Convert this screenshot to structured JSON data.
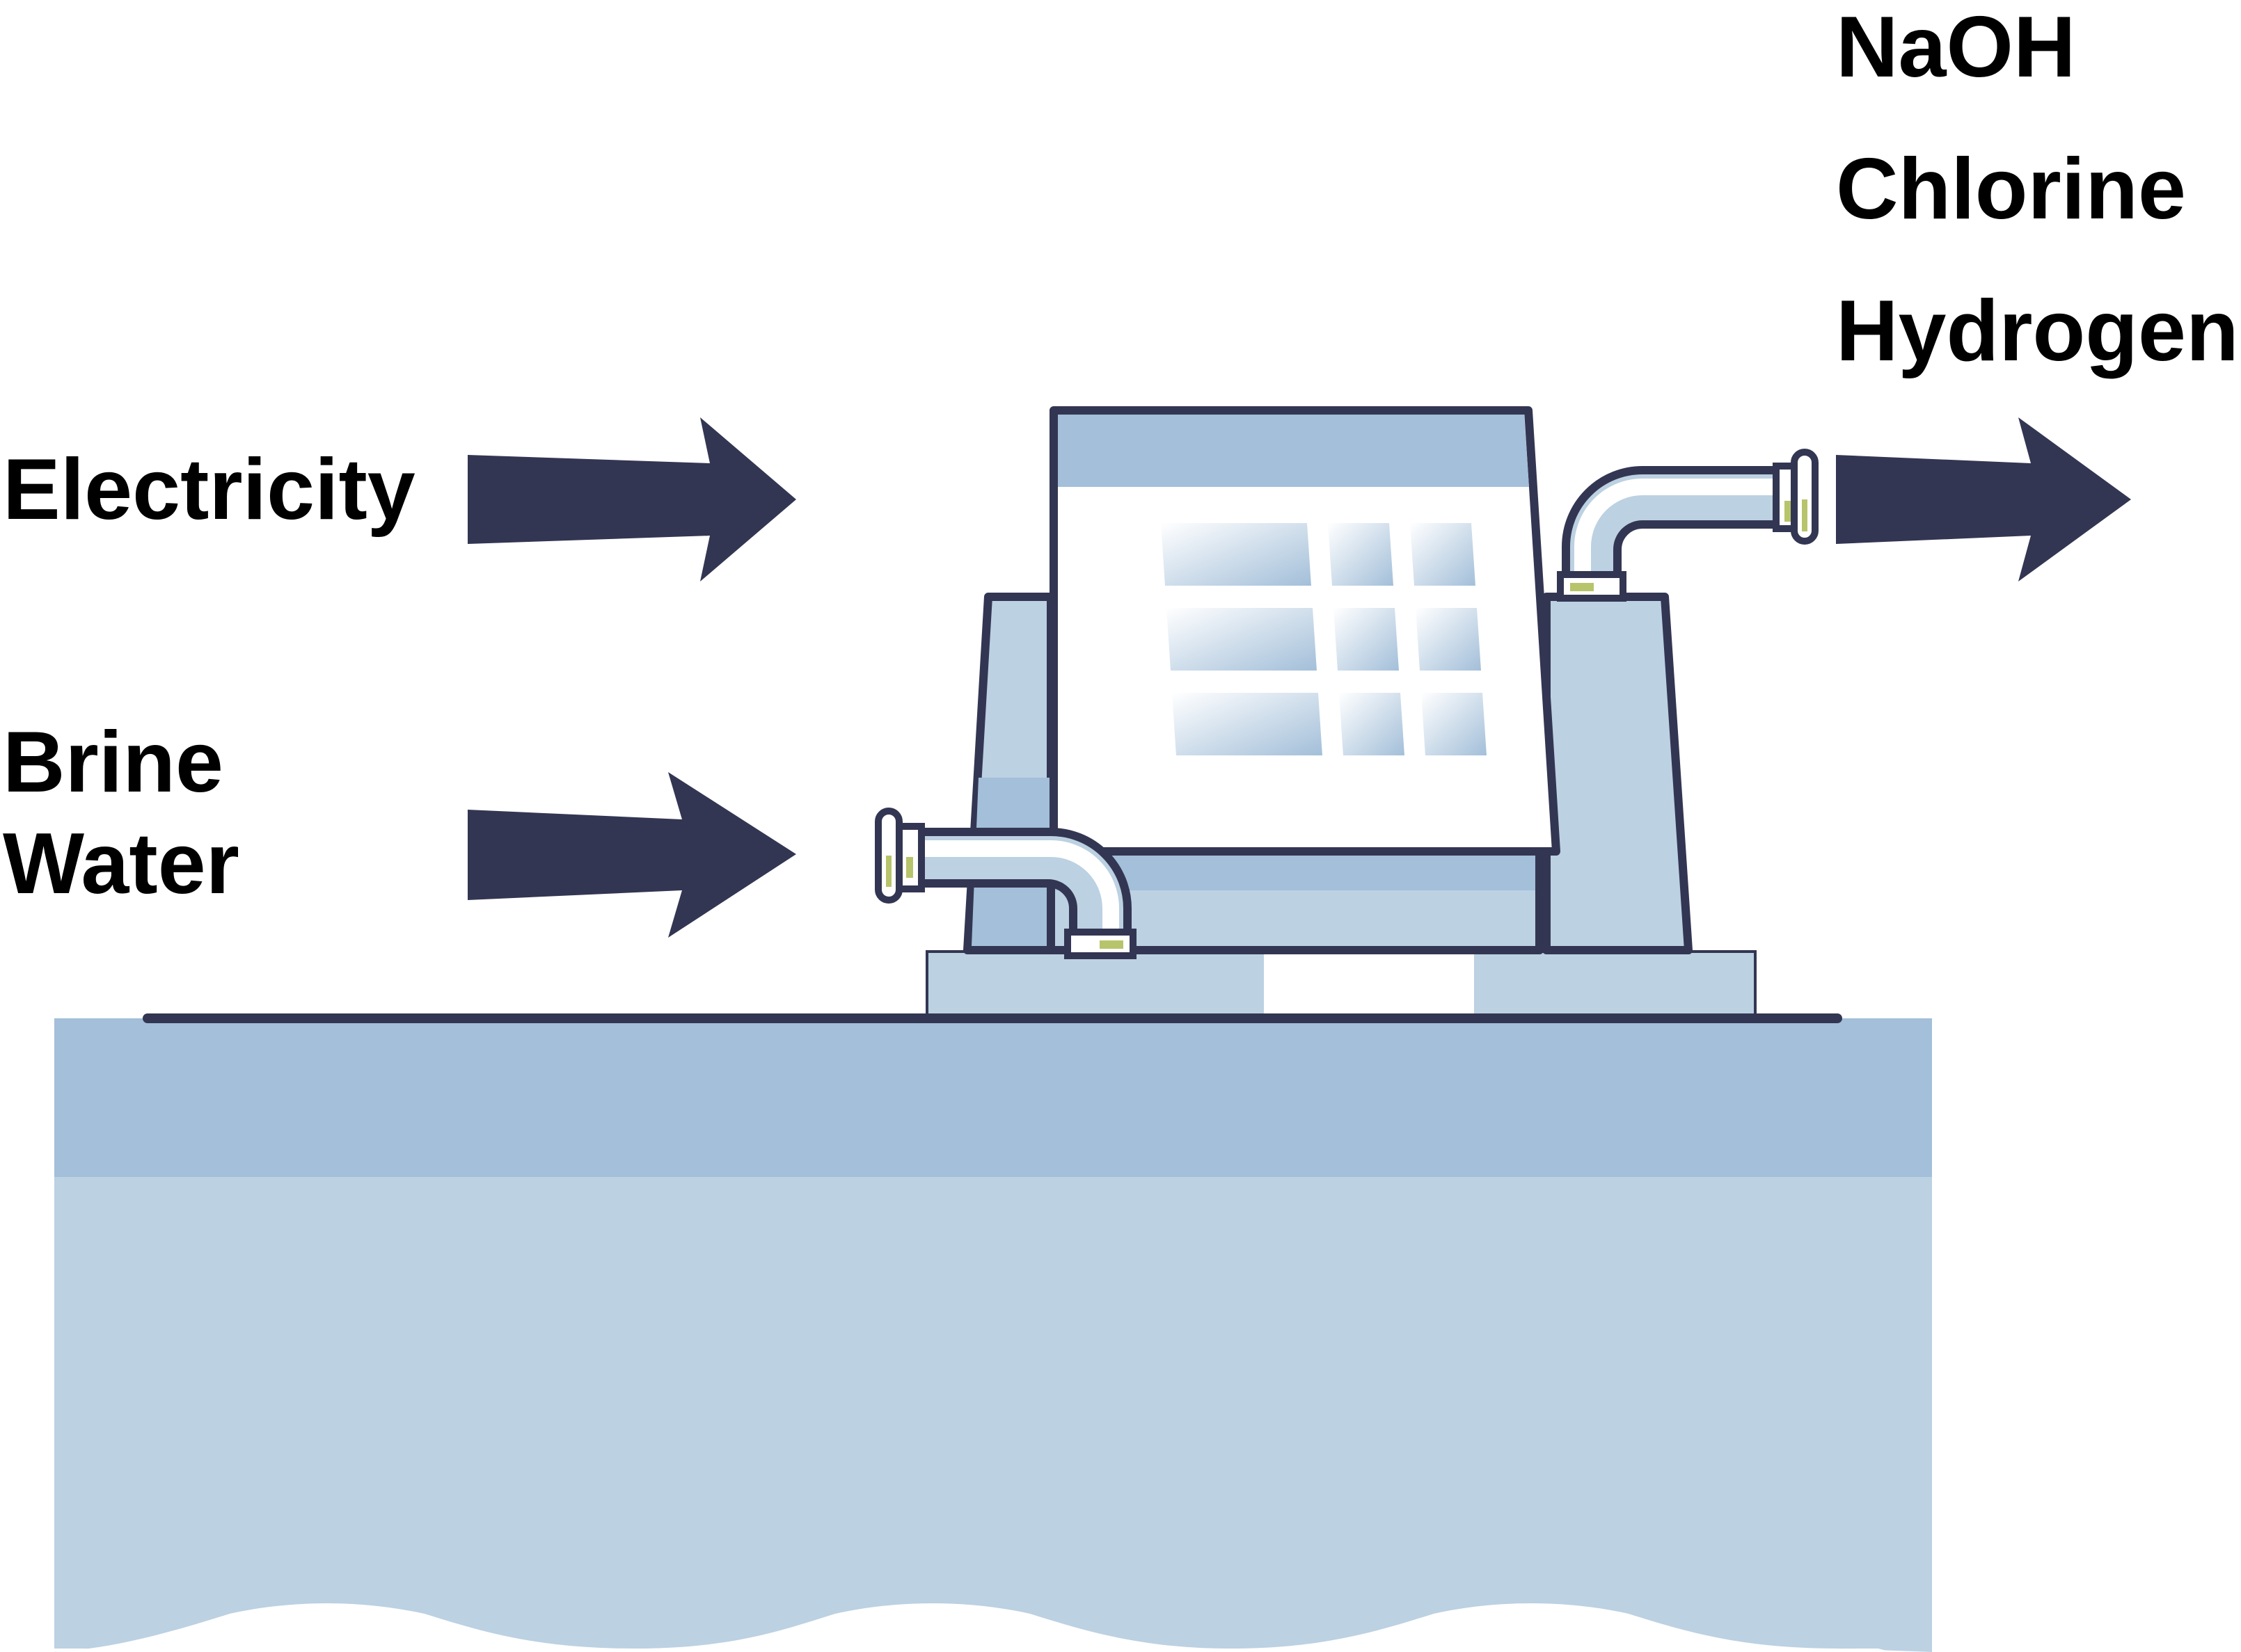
{
  "labels": {
    "inputs": {
      "electricity": "Electricity",
      "brine_line1": "Brine",
      "brine_line2": "Water"
    },
    "outputs": {
      "naoh": "NaOH",
      "chlorine": "Chlorine",
      "hydrogen": "Hydrogen"
    }
  },
  "colors": {
    "outline": "#333652",
    "arrow": "#333652",
    "blue_dark": "#a3bfd9",
    "blue_light": "#bcd1e2",
    "accent_green": "#b7c46b",
    "background": "#ffffff",
    "text": "#000000"
  }
}
